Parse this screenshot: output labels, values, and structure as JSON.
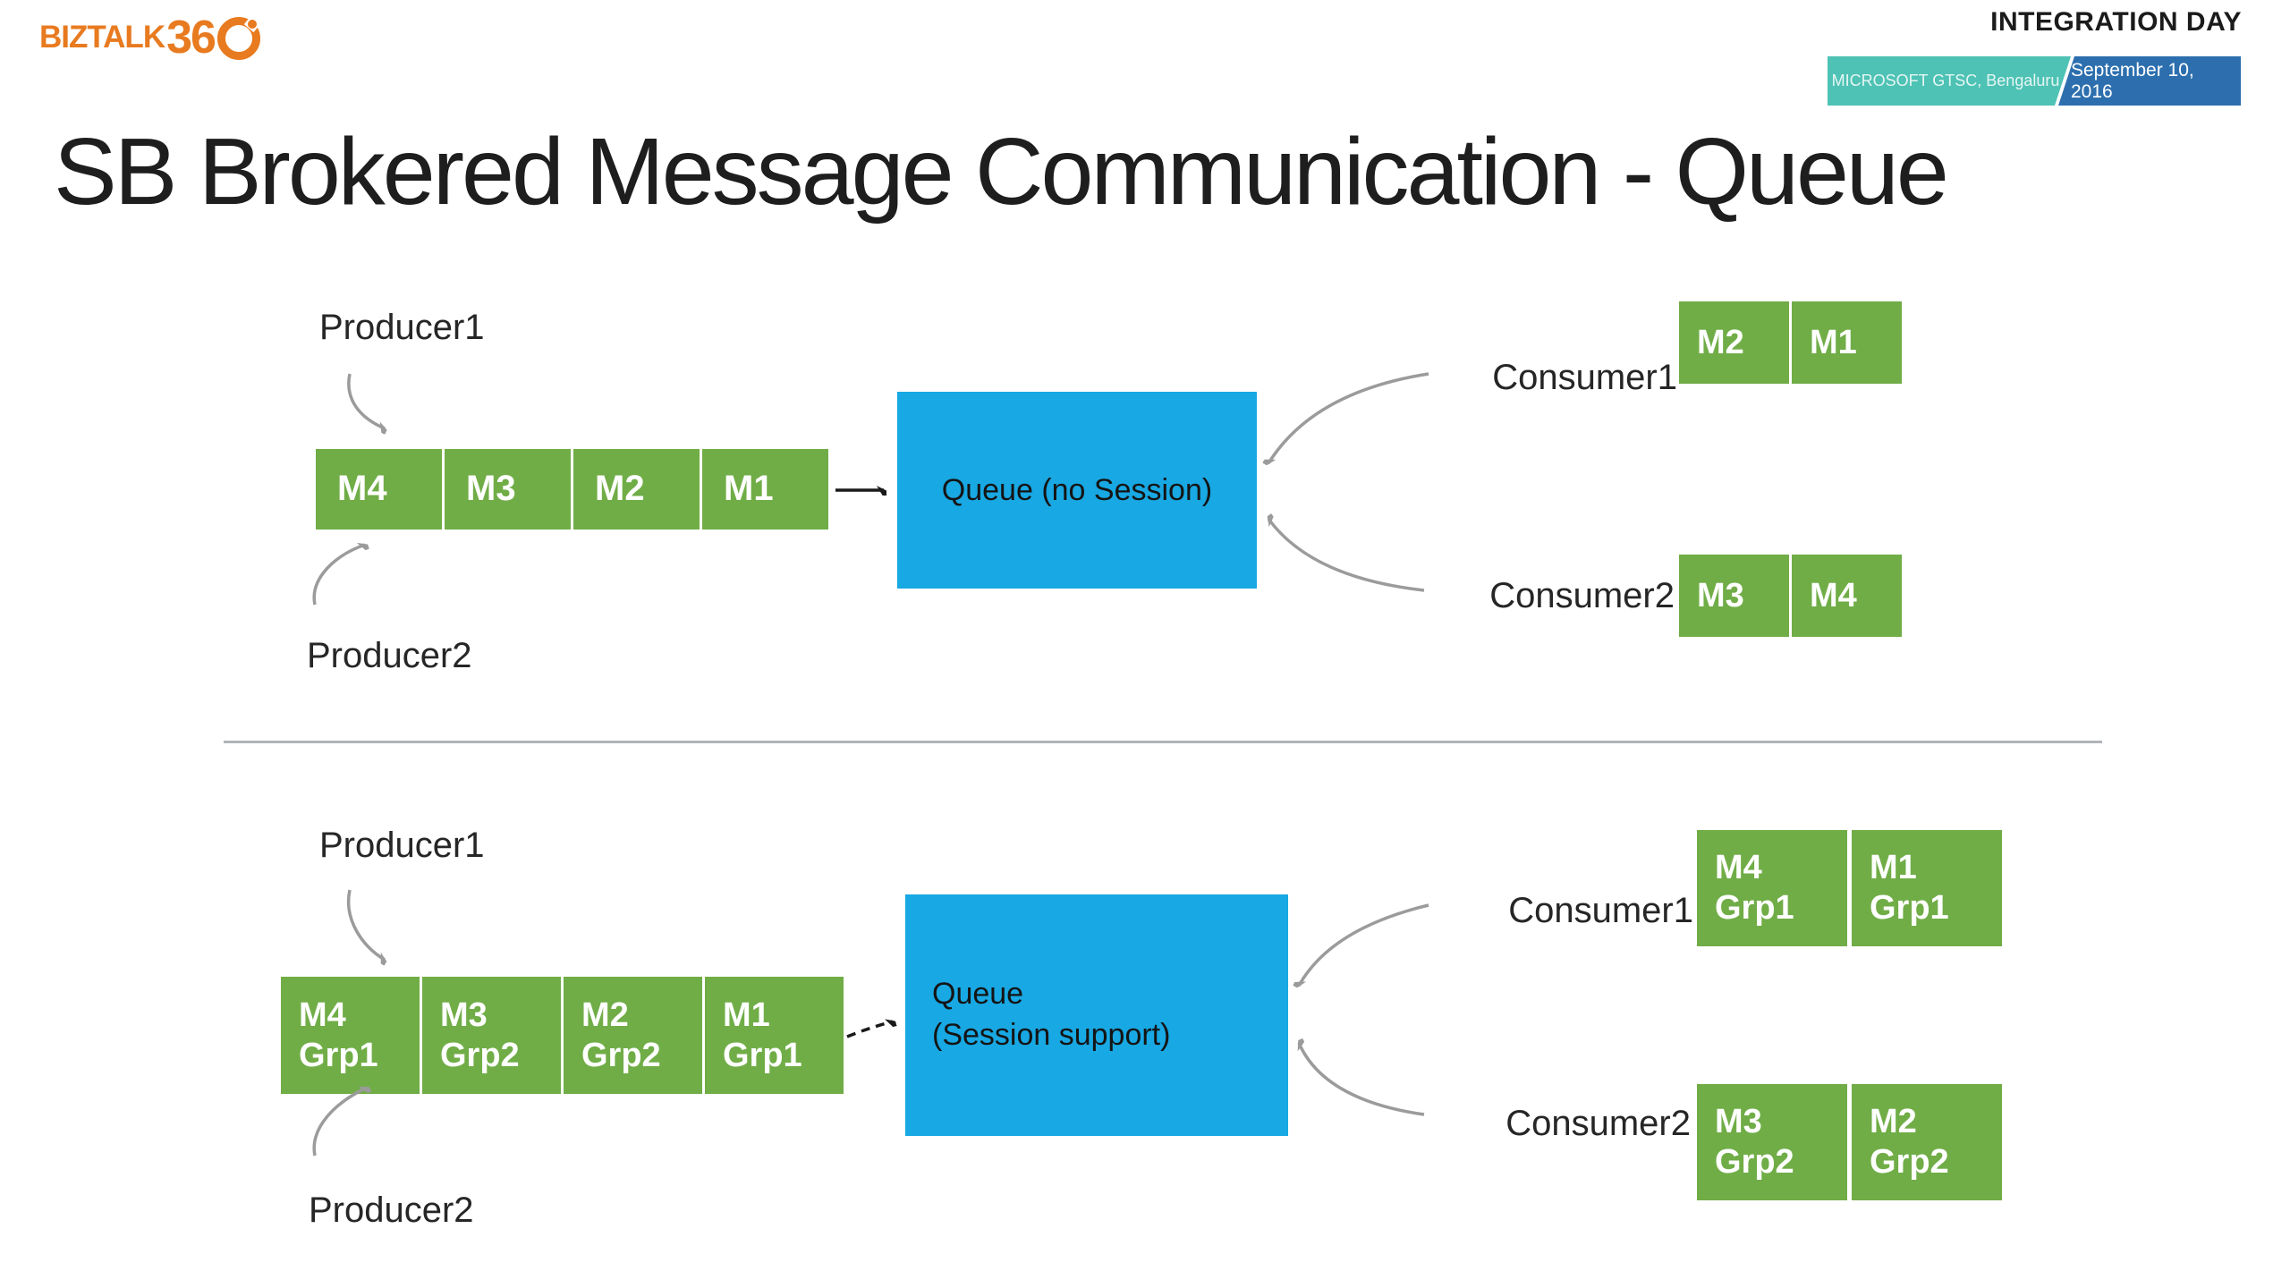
{
  "header": {
    "logo": {
      "brand": "BIZTALK",
      "brand_suffix": "36"
    },
    "event_title": "INTEGRATION DAY",
    "banner": {
      "venue": "MICROSOFT GTSC, Bengaluru",
      "date": "September 10, 2016"
    }
  },
  "slide_title": "SB Brokered Message Communication - Queue",
  "colors": {
    "logo_orange": "#e87a1f",
    "banner_teal": "#4ec2b4",
    "banner_blue": "#2d6fae",
    "message_green": "#70ad47",
    "queue_blue": "#18a8e3",
    "arrow_gray": "#9b9b9b",
    "arrow_black": "#1a1a1a",
    "divider_gray": "#b1b4b8"
  },
  "diagram_no_session": {
    "producer1": "Producer1",
    "producer2": "Producer2",
    "queue_label": "Queue (no Session)",
    "messages": [
      "M4",
      "M3",
      "M2",
      "M1"
    ],
    "consumer1": {
      "label": "Consumer1",
      "messages": [
        "M2",
        "M1"
      ]
    },
    "consumer2": {
      "label": "Consumer2",
      "messages": [
        "M3",
        "M4"
      ]
    }
  },
  "diagram_session": {
    "producer1": "Producer1",
    "producer2": "Producer2",
    "queue_label_line1": "Queue",
    "queue_label_line2": "(Session support)",
    "messages": [
      {
        "id": "M4",
        "grp": "Grp1"
      },
      {
        "id": "M3",
        "grp": "Grp2"
      },
      {
        "id": "M2",
        "grp": "Grp2"
      },
      {
        "id": "M1",
        "grp": "Grp1"
      }
    ],
    "consumer1": {
      "label": "Consumer1",
      "messages": [
        {
          "id": "M4",
          "grp": "Grp1"
        },
        {
          "id": "M1",
          "grp": "Grp1"
        }
      ]
    },
    "consumer2": {
      "label": "Consumer2",
      "messages": [
        {
          "id": "M3",
          "grp": "Grp2"
        },
        {
          "id": "M2",
          "grp": "Grp2"
        }
      ]
    }
  }
}
